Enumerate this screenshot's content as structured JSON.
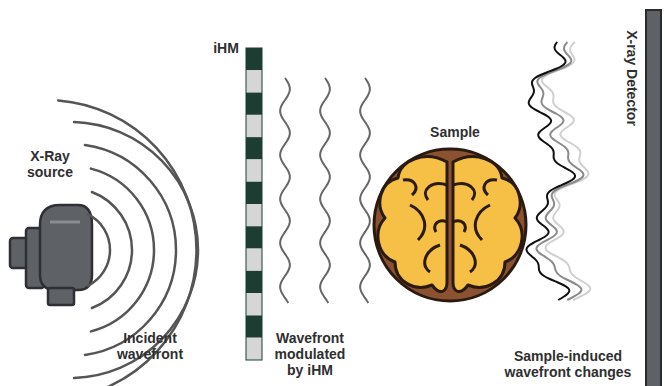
{
  "diagram": {
    "labels": [
      "iHM",
      "X-Ray source",
      "Incident wavefront",
      "Wavefront modulated by iHM",
      "Sample",
      "Sample-induced wavefront changes",
      "X-ray Detector"
    ]
  }
}
